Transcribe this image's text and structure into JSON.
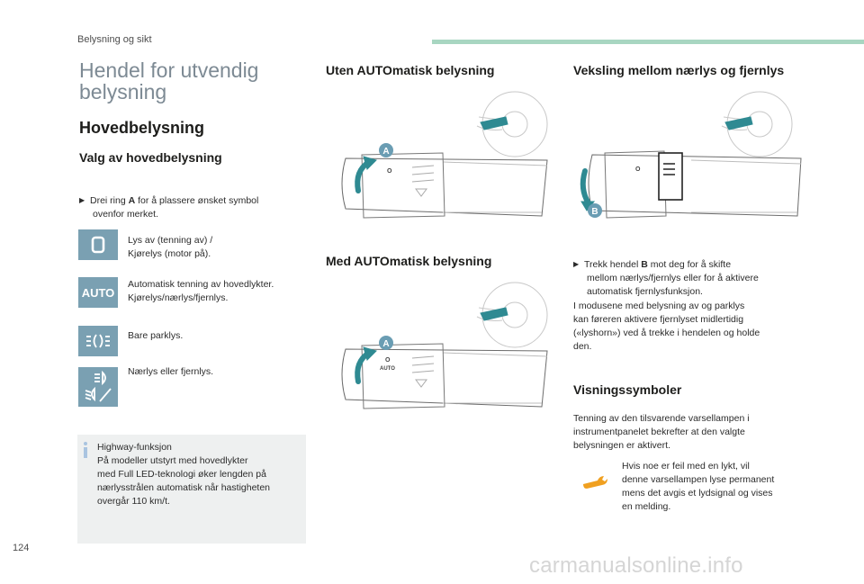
{
  "header": {
    "section": "Belysning og sikt"
  },
  "page_number": "124",
  "watermark": "carmanualsonline.info",
  "left": {
    "title_line1": "Hendel for utvendig",
    "title_line2": "belysning",
    "subtitle": "Hovedbelysning",
    "section_heading": "Valg av hovedbelysning",
    "instruction_part1": "Drei ring ",
    "instruction_bold": "A",
    "instruction_part2": " for å plassere ønsket symbol",
    "instruction_line2": "ovenfor merket.",
    "symbols": [
      {
        "icon": "o-off-icon",
        "line1": "Lys av (tenning av) /",
        "line2": "Kjørelys (motor på)."
      },
      {
        "icon": "auto-icon",
        "label": "AUTO",
        "line1": "Automatisk tenning av hovedlykter.",
        "line2": "Kjørelys/nærlys/fjernlys."
      },
      {
        "icon": "parking-light-icon",
        "line1": "Bare parklys.",
        "line2": ""
      },
      {
        "icon": "dipped-main-beam-icon",
        "line1": "Nærlys eller fjernlys.",
        "line2": ""
      }
    ],
    "info_box": {
      "lines": [
        "Highway-funksjon",
        "På modeller utstyrt med hovedlykter",
        "med Full LED-teknologi øker lengden på",
        "nærlysstrålen automatisk når hastigheten",
        "overgår 110 km/t."
      ]
    }
  },
  "middle": {
    "heading_without_auto": "Uten AUTOmatisk belysning",
    "heading_with_auto": "Med AUTOmatisk belysning",
    "label_a": "A",
    "ring_o": "O",
    "ring_auto": "AUTO"
  },
  "right": {
    "heading_switch": "Veksling mellom nærlys og fjernlys",
    "label_b": "B",
    "instruction_part1": "Trekk hendel ",
    "instruction_bold": "B",
    "instruction_part2": " mot deg for å skifte",
    "instruction_lines": [
      "mellom nærlys/fjernlys eller for å aktivere",
      "automatisk fjernlysfunksjon."
    ],
    "para_lines": [
      "I modusene med belysning av og parklys",
      "kan føreren aktivere fjernlyset midlertidig",
      "(«lyshorn») ved å trekke i hendelen og holde",
      "den."
    ],
    "heading_symbols": "Visningssymboler",
    "symbols_para": [
      "Tenning av den tilsvarende varsellampen i",
      "instrumentpanelet bekrefter at den valgte",
      "belysningen er aktivert."
    ],
    "warning_para": [
      "Hvis noe er feil med en lykt, vil",
      "denne varsellampen lyse permanent",
      "mens det avgis et lydsignal og vises",
      "en melding."
    ]
  },
  "colors": {
    "symbol_bg": "#7aa0b2",
    "header_bar": "#a8d6c1",
    "label_marker": "#6a9db3",
    "arrow_teal": "#2f8a92",
    "wrench_orange": "#f0a020",
    "info_mark": "#a9c4e0"
  }
}
